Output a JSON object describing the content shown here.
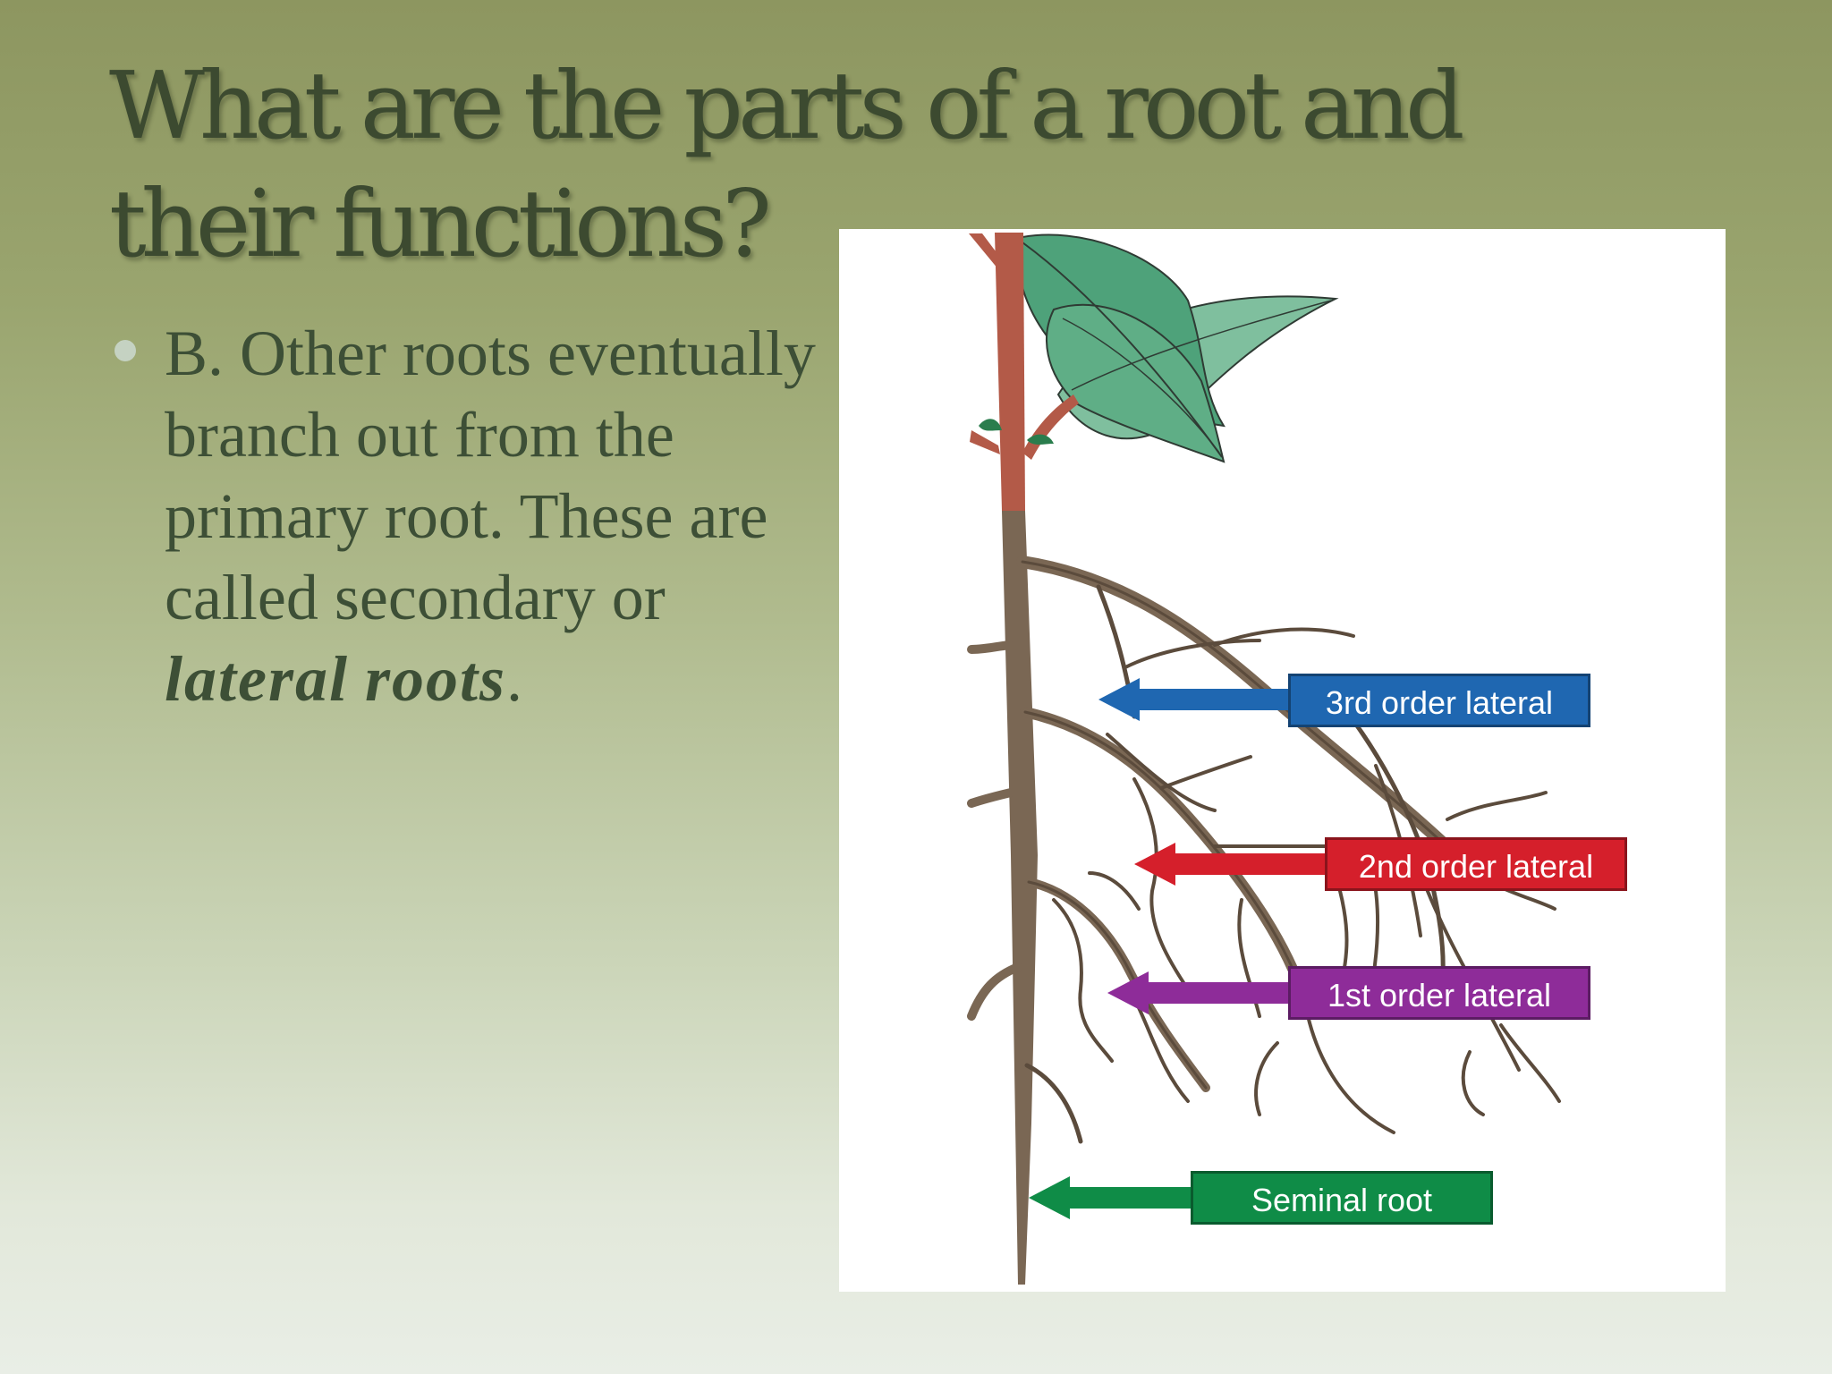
{
  "slide": {
    "title": "What are the parts of a root and their functions?",
    "bullet_prefix": "B. Other roots eventually branch out from the primary root. These are called secondary or ",
    "bullet_emphasis_1": "lateral",
    "bullet_between": " ",
    "bullet_emphasis_2": "roots",
    "bullet_suffix": "."
  },
  "figure": {
    "labels": {
      "third_order": "3rd order lateral",
      "second_order": "2nd order lateral",
      "first_order": "1st order lateral",
      "seminal": "Seminal root"
    },
    "colors": {
      "third_order": "#1f67b1",
      "second_order": "#d51f2b",
      "first_order": "#8e2c99",
      "seminal": "#0f8c47",
      "stem": "#b35a48",
      "root": "#7a6754",
      "leaf": "#4ea27a"
    }
  }
}
